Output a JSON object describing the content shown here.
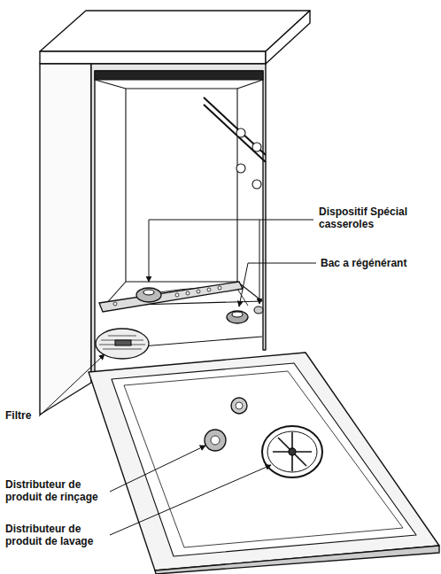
{
  "diagram": {
    "labels": [
      "Dispositif Spécial casseroles",
      "Bac a régénérant",
      "Filtre",
      "Distributeur de produit de rinçage",
      "Distributeur de produit de lavage"
    ]
  }
}
